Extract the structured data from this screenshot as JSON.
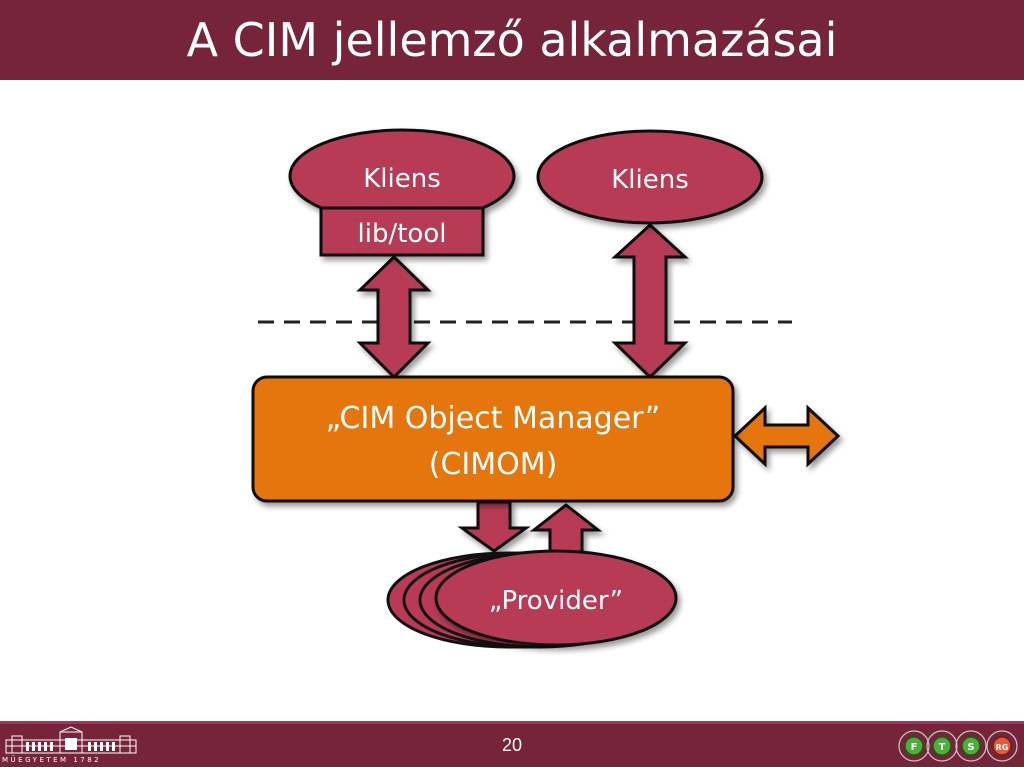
{
  "slide": {
    "title": "A CIM jellemző alkalmazásai",
    "page_number": "20"
  },
  "footer": {
    "university_motto": "MŰEGYETEM 1782",
    "lab_logos": [
      "F",
      "T",
      "S",
      "RG"
    ]
  },
  "diagram": {
    "client_left": {
      "label": "Kliens",
      "lib_label": "lib/tool"
    },
    "client_right": {
      "label": "Kliens"
    },
    "cimom": {
      "line1": "„CIM Object Manager”",
      "line2": "(CIMOM)"
    },
    "provider": {
      "label": "„Provider”"
    },
    "colors": {
      "node_fill": "#b83a56",
      "cimom_fill": "#e5760c",
      "outline": "#111111",
      "header": "#76243a"
    }
  }
}
